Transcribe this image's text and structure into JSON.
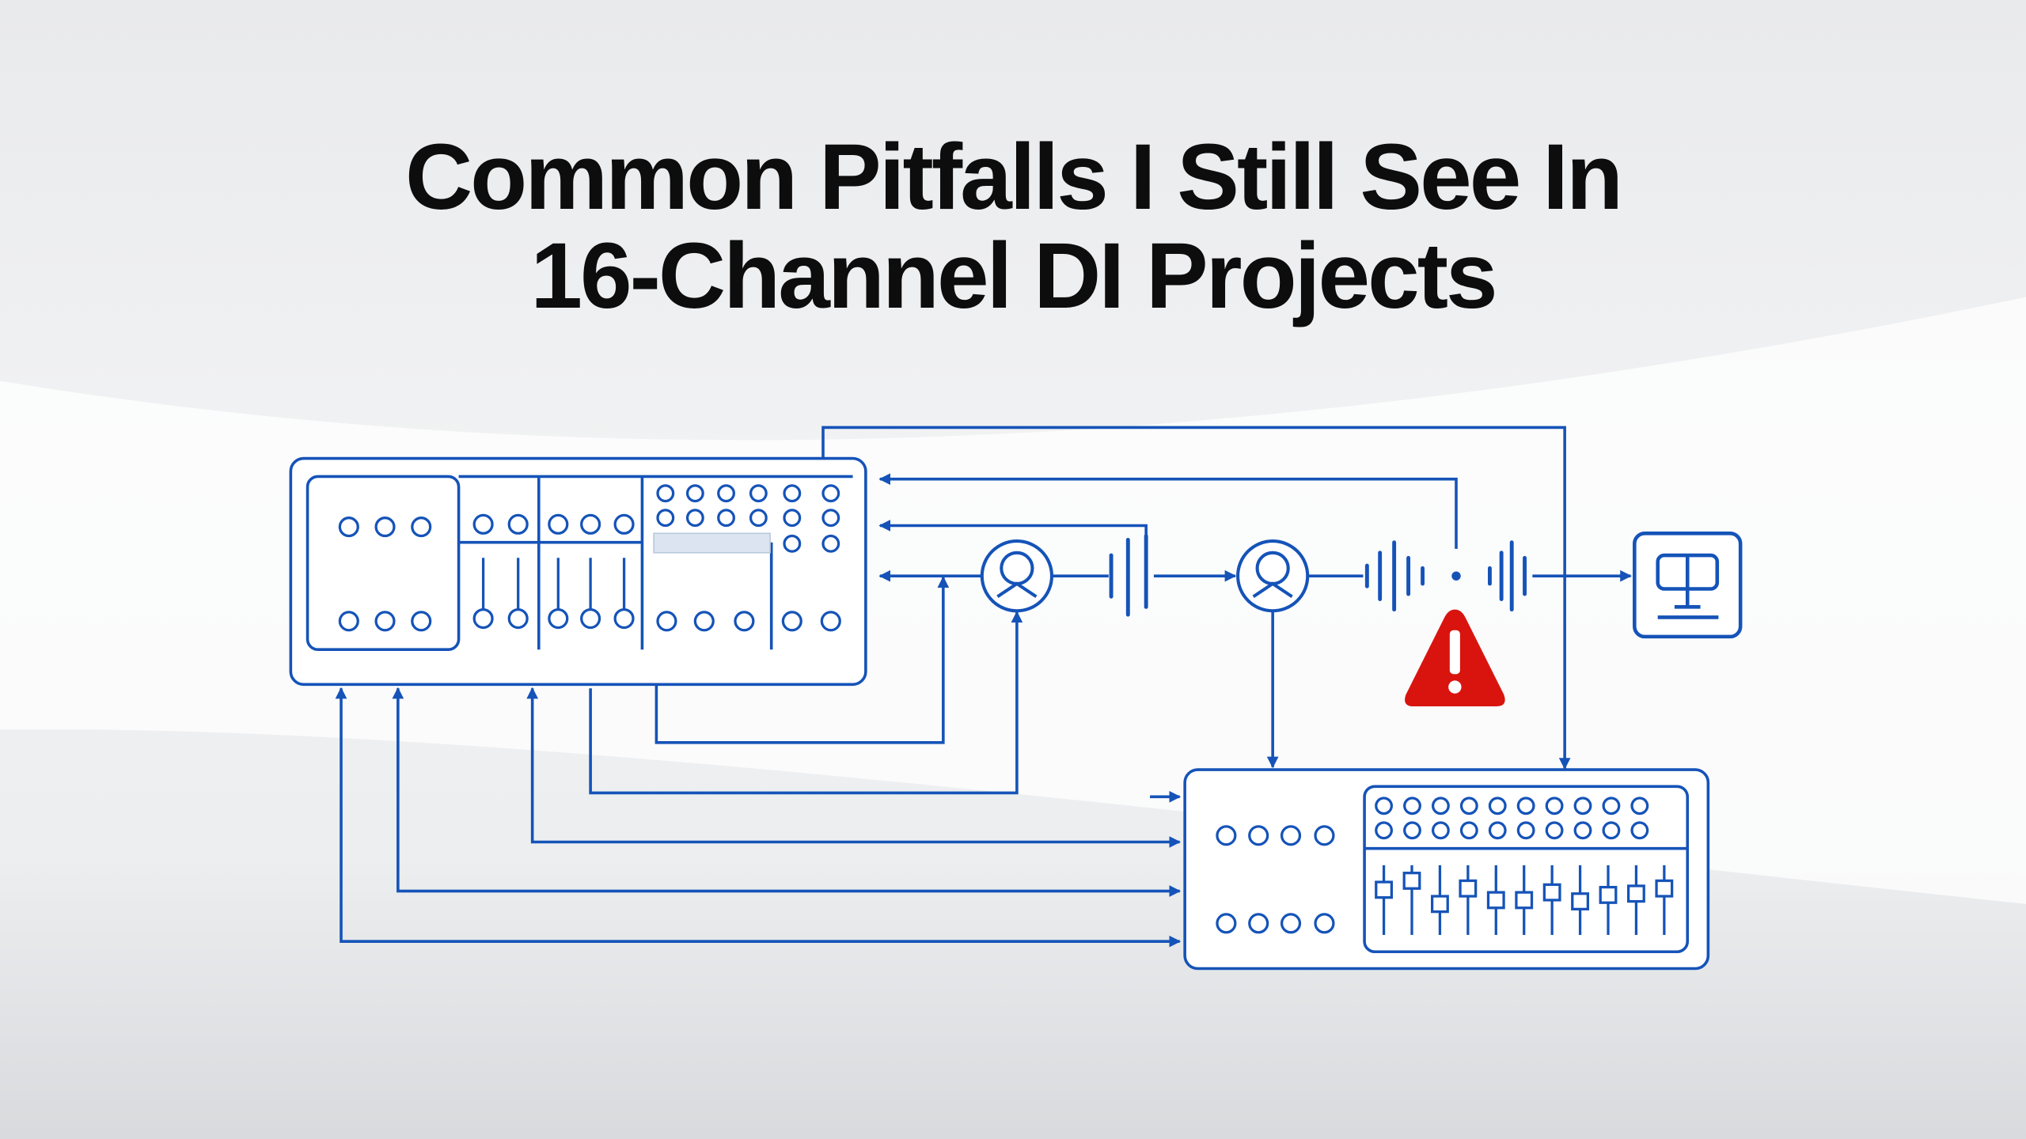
{
  "title": {
    "line1": "Common Pitfalls I Still See In",
    "line2": "16-Channel DI Projects"
  },
  "colors": {
    "line": "#1553b8",
    "warning": "#d9140e",
    "panel": "#ffffff"
  },
  "icons": [
    "mixer-console",
    "microphone",
    "waveform",
    "warning-triangle",
    "monitor"
  ]
}
